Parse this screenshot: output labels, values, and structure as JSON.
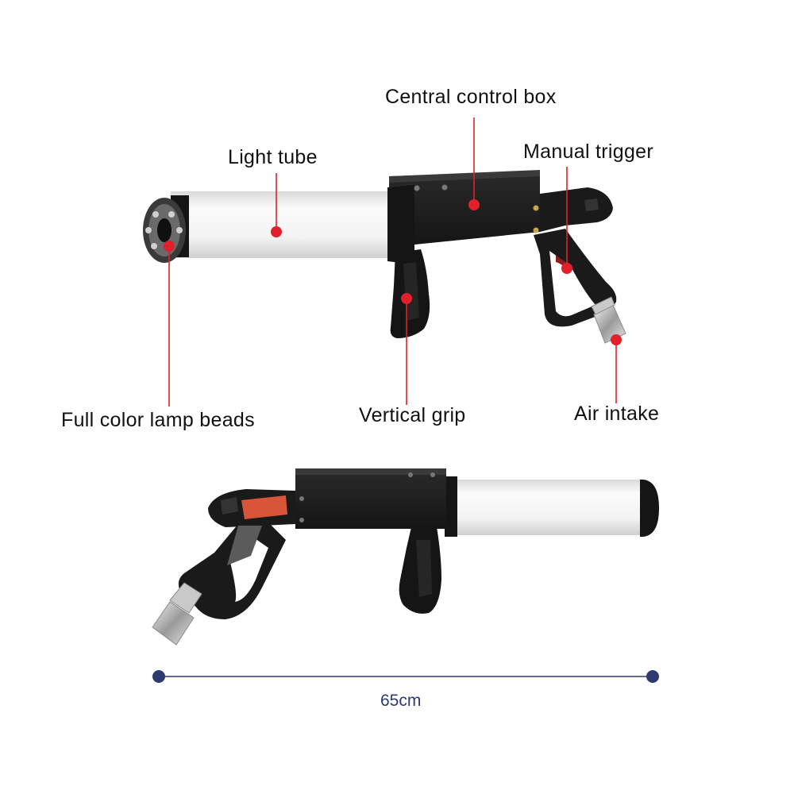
{
  "labels": {
    "central_control_box": "Central control box",
    "light_tube": "Light tube",
    "manual_trigger": "Manual trigger",
    "full_color_lamp_beads": "Full color lamp beads",
    "vertical_grip": "Vertical grip",
    "air_intake": "Air intake"
  },
  "dimension": {
    "length": "65cm"
  },
  "colors": {
    "callout": "#e0202a",
    "dimension_line": "#2f3a6e",
    "body": "#1c1c1c",
    "tube": "#f1f1f1"
  }
}
